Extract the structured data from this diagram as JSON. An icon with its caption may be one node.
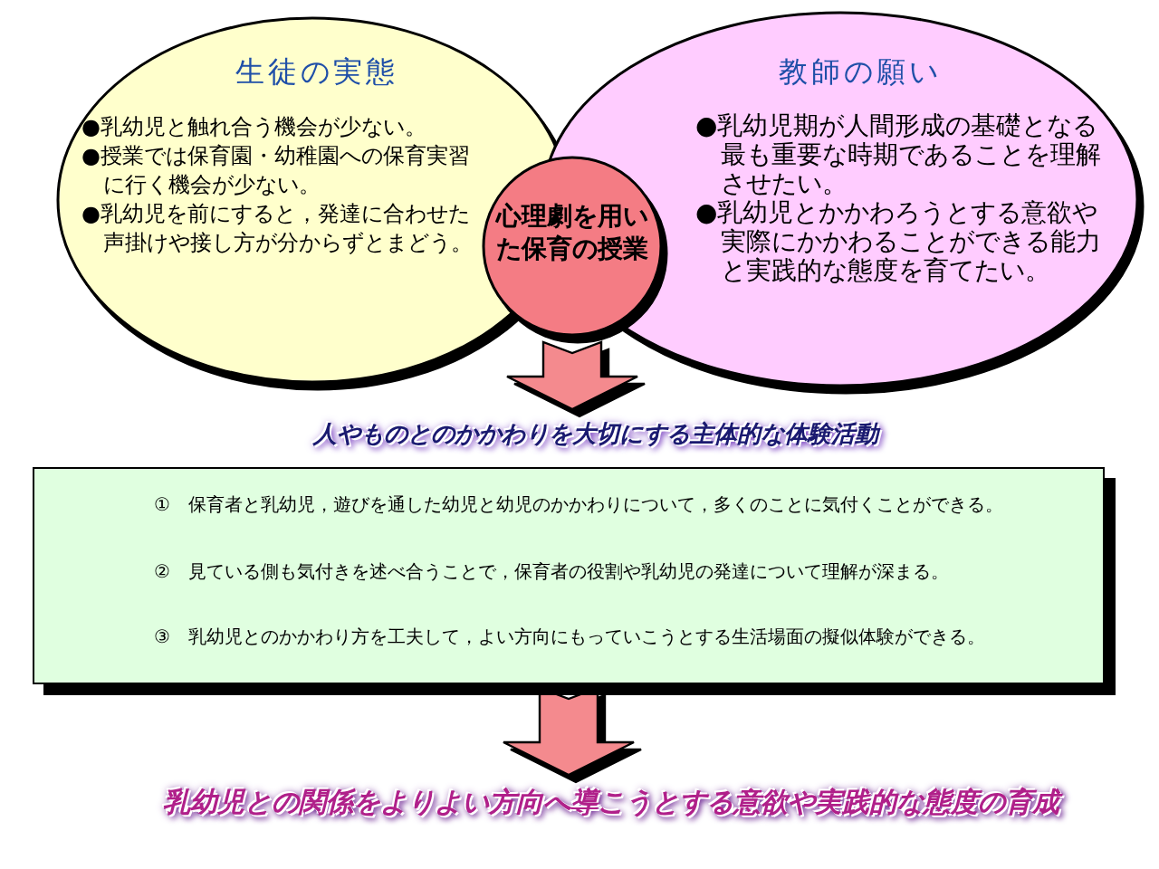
{
  "diagram": {
    "nodes": [
      {
        "text": [
          "生徒の実態",
          "●乳幼児と触れ合う機会が少ない。",
          "●授業では保育園・幼稚園への保育実習に行く機会が少ない。",
          "●乳幼児を前にすると，発達に合わせた声掛けや接し方が分からずとまどう。"
        ]
      },
      {
        "text": [
          "教師の願い",
          "●乳幼児期が人間形成の基礎となる最も重要な時期であることを理解させたい。",
          "●乳幼児とかかわろうとする意欲や実際にかかわることができる能力と実践的な態度を育てたい。"
        ]
      },
      {
        "text": [
          "心理劇を用いた保育の授業"
        ]
      },
      {
        "text": [
          "人やものとのかかわりを大切にする主体的な体験活動",
          "①　保育者と乳幼児，遊びを通した幼児と幼児のかかわりについて，多くのことに気付くことができる。",
          "②　見ている側も気付きを述べ合うことで，保育者の役割や乳幼児の発達について理解が深まる。",
          "③　乳幼児とのかかわり方を工夫して，よい方向にもっていこうとする生活場面の擬似体験ができる。"
        ]
      },
      {
        "text": [
          "乳幼児との関係をよりよい方向へ導こうとする意欲や実践的な態度の育成"
        ]
      }
    ],
    "edges": [
      {
        "from": 2,
        "to": 3,
        "arrow": "to"
      },
      {
        "from": 3,
        "to": 4,
        "arrow": "to"
      }
    ]
  }
}
